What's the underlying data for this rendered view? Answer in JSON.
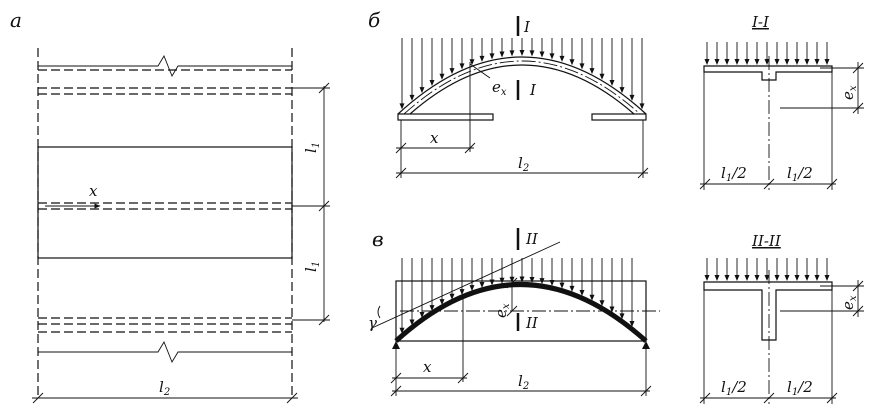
{
  "panels": {
    "a": {
      "letter": "а",
      "x_label": "x",
      "l1_top": "l",
      "l1_top_sub": "1",
      "l1_bottom": "l",
      "l1_bottom_sub": "1",
      "l2": "l",
      "l2_sub": "2"
    },
    "b": {
      "letter": "б",
      "section_mark": "I",
      "section_mark_bottom": "I",
      "ex": "e",
      "ex_sub": "x",
      "x_label": "x",
      "l2": "l",
      "l2_sub": "2"
    },
    "c": {
      "letter": "в",
      "section_mark": "II",
      "section_mark_bottom": "II",
      "ex": "e",
      "ex_sub": "x",
      "gamma": "γ",
      "x_label": "x",
      "l2": "l",
      "l2_sub": "2"
    }
  },
  "sections": {
    "s1": {
      "title": "I-I",
      "ex": "e",
      "ex_sub": "x",
      "left": "l",
      "left_sub": "1",
      "left_tail": "/2",
      "right": "l",
      "right_sub": "1",
      "right_tail": "/2"
    },
    "s2": {
      "title": "II-II",
      "ex": "e",
      "ex_sub": "x",
      "left": "l",
      "left_sub": "1",
      "left_tail": "/2",
      "right": "l",
      "right_sub": "1",
      "right_tail": "/2"
    }
  },
  "colors": {
    "ink": "#111111",
    "background": "#ffffff"
  }
}
